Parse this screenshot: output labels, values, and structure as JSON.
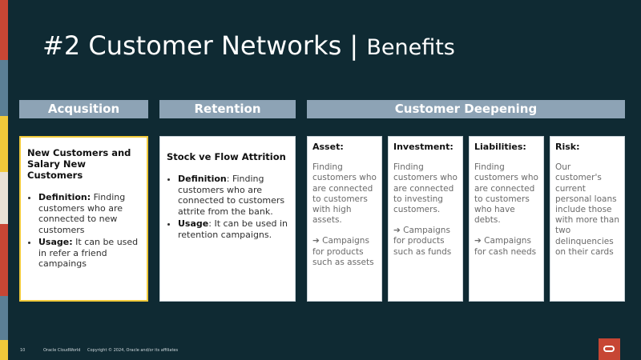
{
  "title": {
    "main": "#2 Customer Networks |",
    "sub": "Benefits"
  },
  "headers": {
    "acquisition": "Acqusition",
    "retention": "Retention",
    "deepening": "Customer Deepening"
  },
  "acquisition_card": {
    "heading": "New Customers and Salary New Customers",
    "items": [
      {
        "term": "Definition:",
        "text": " Finding customers who are connected to new customers"
      },
      {
        "term": "Usage:",
        "text": " It can be used in refer a friend campaings"
      }
    ]
  },
  "retention_card": {
    "heading": "Stock ve Flow Attrition",
    "items": [
      {
        "term": "Definition",
        "text": ": Finding customers who are connected to customers attrite from the bank."
      },
      {
        "term": "Usage",
        "text": ": It can be used in retention campaigns."
      }
    ]
  },
  "deepening_cards": [
    {
      "heading": "Asset:",
      "body": "Finding customers who are connected to customers with high assets.",
      "campaign": "➔ Campaigns for products such as assets"
    },
    {
      "heading": "Investment:",
      "body": "Finding customers who are connected to investing customers.",
      "campaign": "➔ Campaigns for products such as funds"
    },
    {
      "heading": "Liabilities:",
      "body": "Finding customers who are connected to customers who have debts.",
      "campaign": "➔ Campaigns for cash needs"
    },
    {
      "heading": "Risk:",
      "body": "Our customer's current personal loans include those with more than two delinquencies on their cards",
      "campaign": ""
    }
  ],
  "footer": {
    "page_number": "10",
    "event": "Oracle CloudWorld",
    "copyright": "Copyright © 2024, Oracle and/or its affiliates"
  },
  "colors": {
    "background": "#0f2a33",
    "header_bar": "#8da3b5",
    "highlight_border": "#f0c93a",
    "logo": "#c74634"
  },
  "icons": {
    "logo": "oracle-logo-icon"
  }
}
